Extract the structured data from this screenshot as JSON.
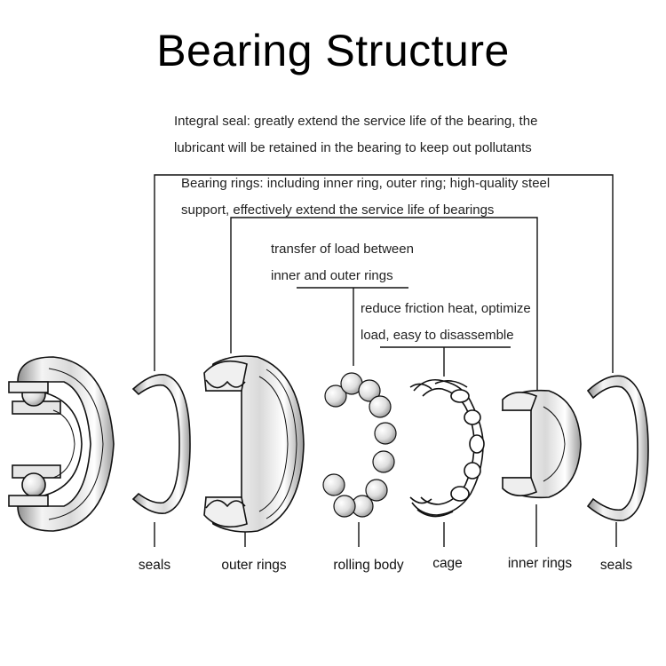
{
  "title": "Bearing Structure",
  "notes": {
    "integral_seal": {
      "line1": "Integral seal: greatly extend the service life of the bearing, the",
      "line2": "lubricant will be retained in the bearing to keep out pollutants"
    },
    "bearing_rings": {
      "line1": "Bearing rings: including inner ring, outer ring; high-quality steel",
      "line2": "support, effectively extend the service life of bearings"
    },
    "rolling_body": {
      "line1": "transfer of load between",
      "line2": "inner and outer rings"
    },
    "cage": {
      "line1": "reduce friction heat, optimize",
      "line2": "load, easy to disassemble"
    }
  },
  "parts": {
    "seals_left": "seals",
    "outer_rings": "outer rings",
    "rolling_body": "rolling body",
    "cage": "cage",
    "inner_rings": "inner rings",
    "seals_right": "seals"
  },
  "colors": {
    "line": "#111111",
    "metal_light": "#f2f2f2",
    "metal_mid": "#d6d6d6",
    "metal_dark": "#9a9a9a"
  }
}
